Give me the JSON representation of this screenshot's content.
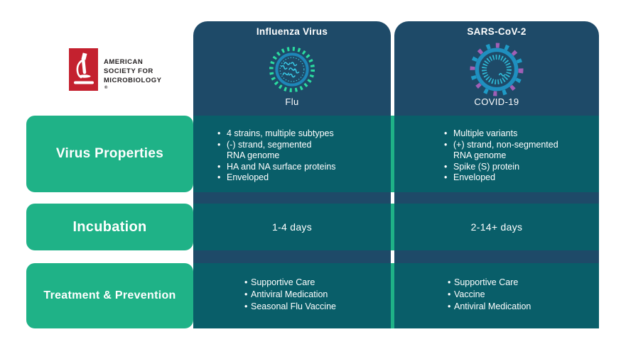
{
  "logo": {
    "org_lines": [
      "AMERICAN",
      "SOCIETY FOR",
      "MICROBIOLOGY"
    ],
    "trademark": "®"
  },
  "columns": [
    {
      "title": "Influenza Virus",
      "subtitle": "Flu",
      "icon": "influenza-virus-icon"
    },
    {
      "title": "SARS-CoV-2",
      "subtitle": "COVID-19",
      "icon": "coronavirus-icon"
    }
  ],
  "rows": [
    {
      "label": "Virus Properties",
      "cells": {
        "influenza": [
          "4 strains, multiple subtypes",
          "(-) strand, segmented\nRNA genome",
          "HA and NA surface proteins",
          "Enveloped"
        ],
        "sars_cov_2": [
          "Multiple variants",
          "(+) strand, non-segmented\nRNA genome",
          "Spike (S) protein",
          "Enveloped"
        ]
      }
    },
    {
      "label": "Incubation",
      "cells": {
        "influenza": "1-4 days",
        "sars_cov_2": "2-14+ days"
      }
    },
    {
      "label": "Treatment & Prevention",
      "cells": {
        "influenza": [
          "Supportive Care",
          "Antiviral Medication",
          "Seasonal Flu Vaccine"
        ],
        "sars_cov_2": [
          "Supportive Care",
          "Vaccine",
          "Antiviral Medication"
        ]
      }
    }
  ],
  "colors": {
    "column_navy": "#1E4A68",
    "row_teal": "#095E69",
    "label_green": "#1FB287",
    "logo_red": "#C4212F",
    "ring_blue": "#1F8FBF",
    "spike_green": "#2BDCA0",
    "spike_purple": "#A05FB5",
    "rna_cyan": "#38C6E2",
    "text_white": "#FFFFFF"
  }
}
